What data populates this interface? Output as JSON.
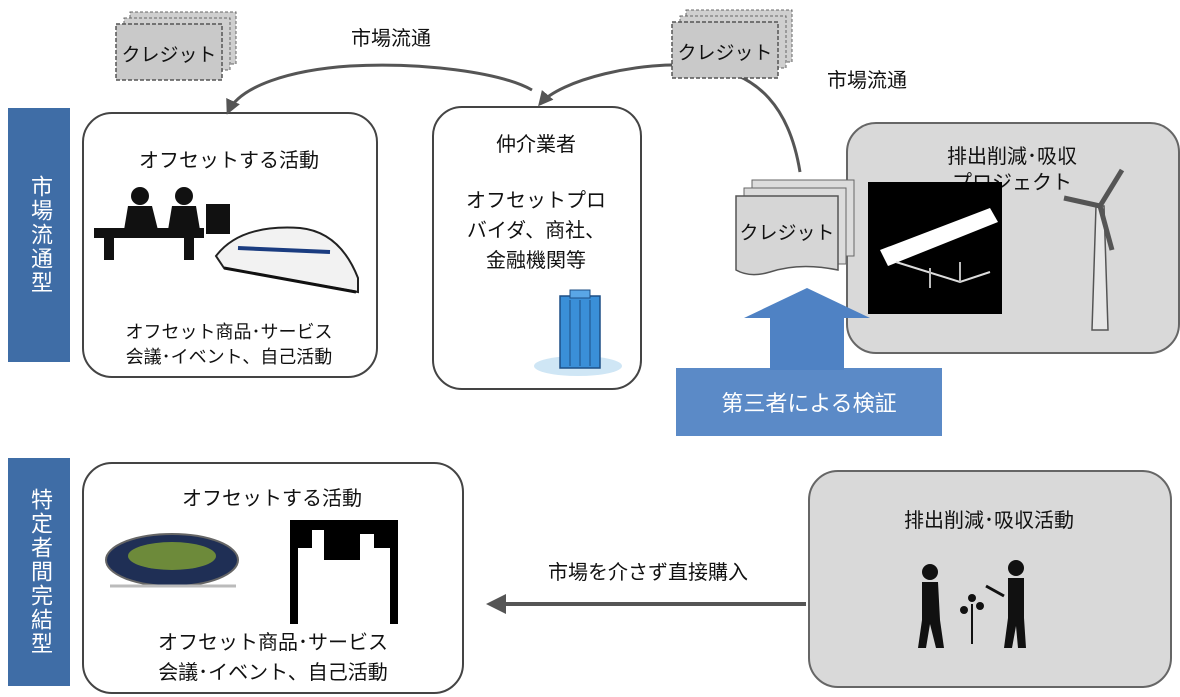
{
  "side_labels": {
    "market": "市場流通型",
    "specific": "特定者間完結型"
  },
  "top_left_box": {
    "title": "オフセットする活動",
    "line1": "オフセット商品･サービス",
    "line2": "会議･イベント、自己活動"
  },
  "middle_box": {
    "title": "仲介業者",
    "line1": "オフセットプロ",
    "line2": "バイダ、商社、",
    "line3": "金融機関等"
  },
  "top_right_box": {
    "title_line1": "排出削減･吸収",
    "title_line2": "プロジェクト"
  },
  "credits": {
    "left": "クレジット",
    "mid": "クレジット",
    "right": "クレジット"
  },
  "market_labels": {
    "top": "市場流通",
    "right": "市場流通"
  },
  "verification": "第三者による検証",
  "bottom_left_box": {
    "title": "オフセットする活動",
    "line1": "オフセット商品･サービス",
    "line2": "会議･イベント、自己活動"
  },
  "bottom_right_box": {
    "title": "排出削減･吸収活動"
  },
  "direct_purchase": "市場を介さず直接購入",
  "colors": {
    "band": "#3f6da6",
    "verify_box": "#5b8ac7",
    "arrow_blue": "#4f82c4",
    "gray_box": "#d9d9d9"
  }
}
